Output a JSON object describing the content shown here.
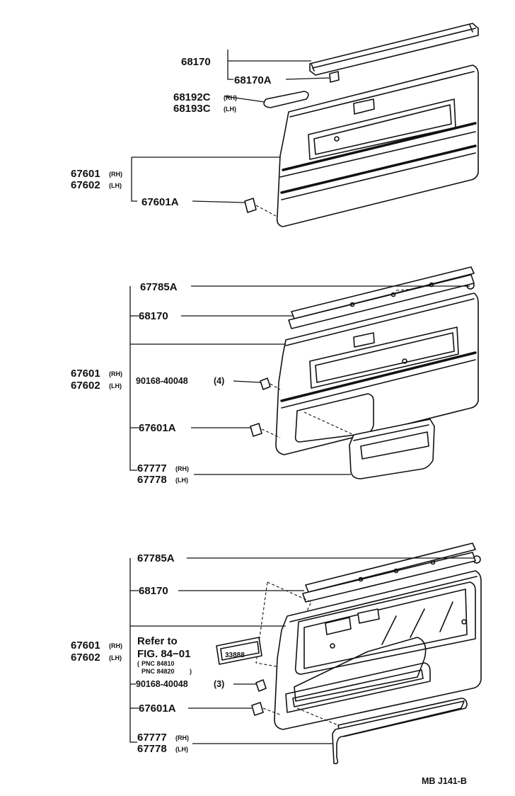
{
  "section1": {
    "p68170": "68170",
    "p68170A": "68170A",
    "p68192C": "68192C",
    "rh": "(RH)",
    "p68193C": "68193C",
    "lh": "(LH)",
    "p67601": "67601",
    "p67602": "67602",
    "p67601A": "67601A"
  },
  "section2": {
    "p67785A": "67785A",
    "p68170": "68170",
    "p67601": "67601",
    "p67602": "67602",
    "screw": "90168-40048",
    "screw_qty": "(4)",
    "p67601A": "67601A",
    "p67777": "67777",
    "p67778": "67778",
    "rh": "(RH)",
    "lh": "(LH)"
  },
  "section3": {
    "p67785A": "67785A",
    "p68170": "68170",
    "p67601": "67601",
    "p67602": "67602",
    "refer_to": "Refer to",
    "fig": "FIG. 84−01",
    "pnc1": "PNC 84810",
    "pnc2": "PNC 84820",
    "screw": "90168-40048",
    "screw_qty": "(3)",
    "p67601A": "67601A",
    "p67777": "67777",
    "p67778": "67778",
    "rh": "(RH)",
    "lh": "(LH)"
  },
  "footer": {
    "code": "MB J141-B"
  }
}
